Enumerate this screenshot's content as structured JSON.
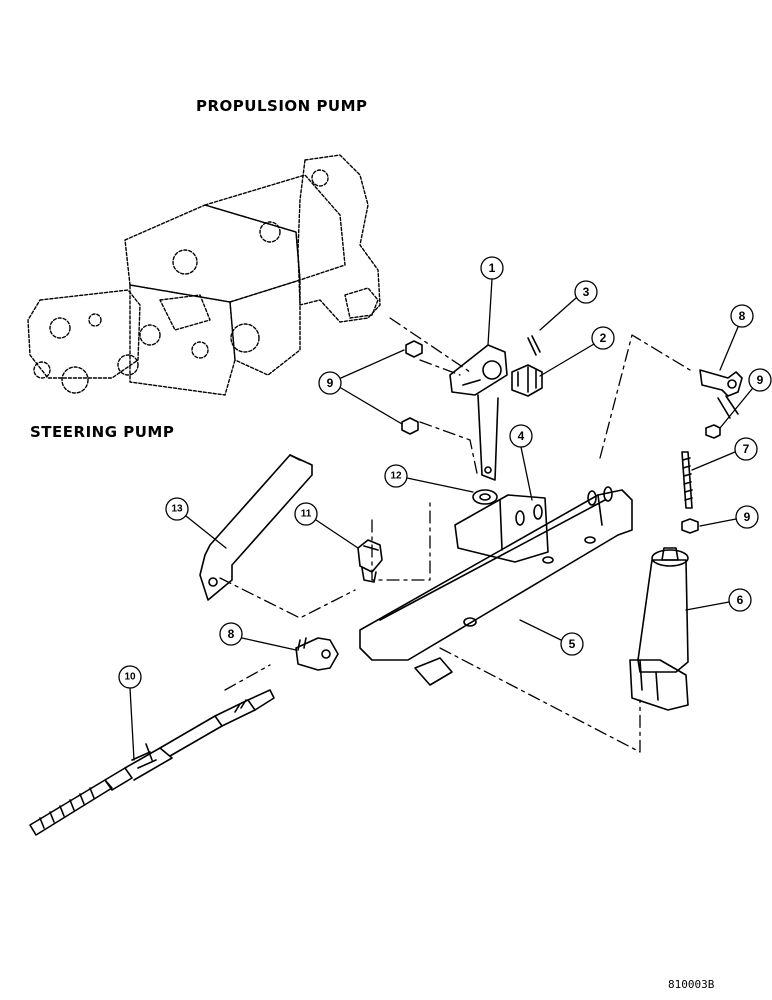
{
  "labels": {
    "propulsion_pump": "PROPULSION PUMP",
    "steering_pump": "STEERING PUMP",
    "figure_code": "810003B"
  },
  "callouts": [
    "1",
    "2",
    "3",
    "4",
    "5",
    "6",
    "7",
    "8",
    "9",
    "9",
    "9",
    "10",
    "11",
    "12",
    "13",
    "8"
  ],
  "colors": {
    "ink": "#000000",
    "paper": "#ffffff"
  }
}
